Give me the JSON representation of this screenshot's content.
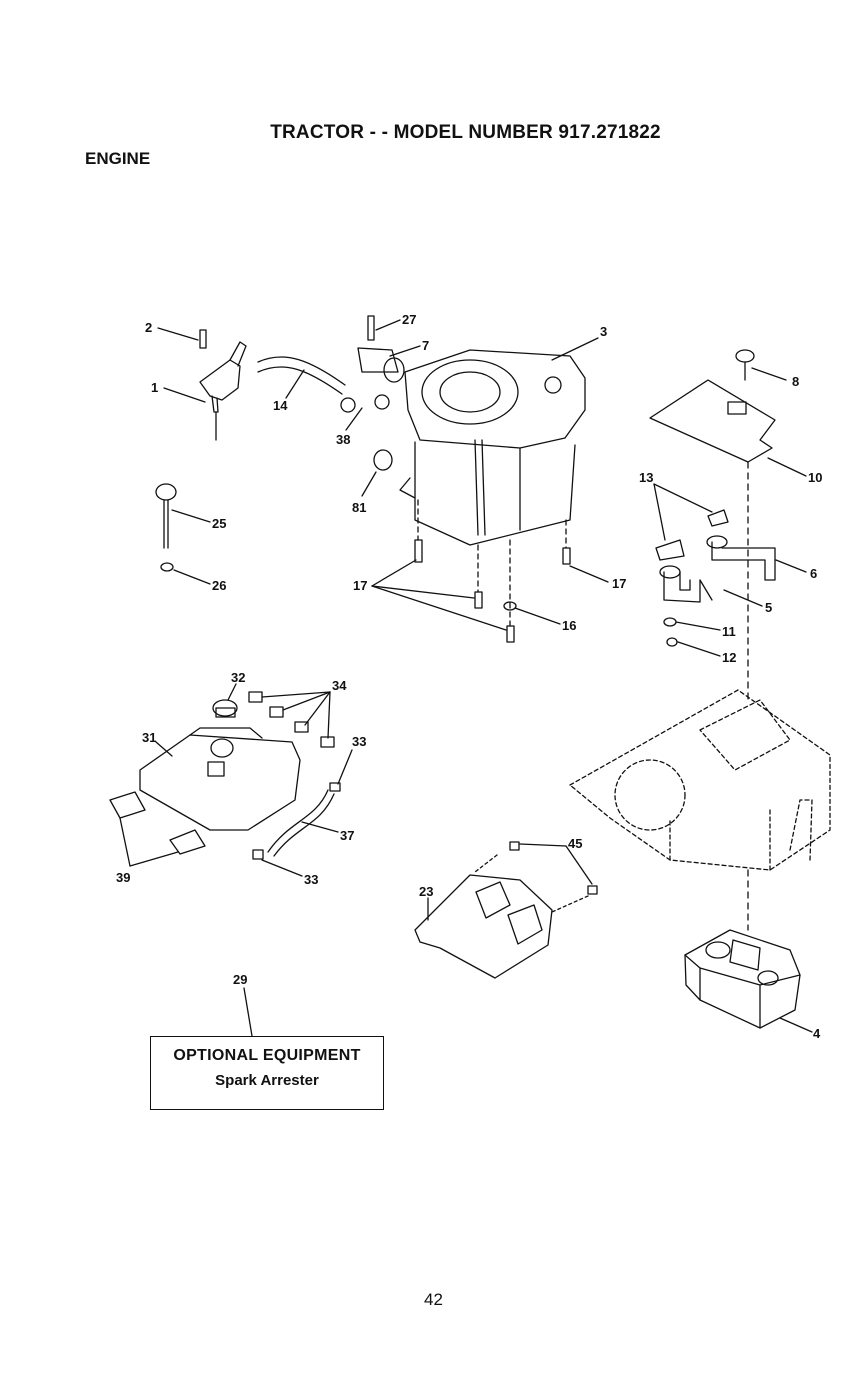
{
  "header": {
    "title": "TRACTOR - - MODEL NUMBER 917.271822",
    "section": "ENGINE"
  },
  "callouts": [
    "2",
    "1",
    "14",
    "27",
    "7",
    "38",
    "81",
    "3",
    "8",
    "10",
    "13",
    "6",
    "5",
    "11",
    "12",
    "25",
    "26",
    "17",
    "17",
    "16",
    "32",
    "34",
    "31",
    "33",
    "37",
    "39",
    "33",
    "45",
    "23",
    "4",
    "29"
  ],
  "optional_box": {
    "heading": "OPTIONAL EQUIPMENT",
    "item": "Spark Arrester"
  },
  "page_number": "42"
}
